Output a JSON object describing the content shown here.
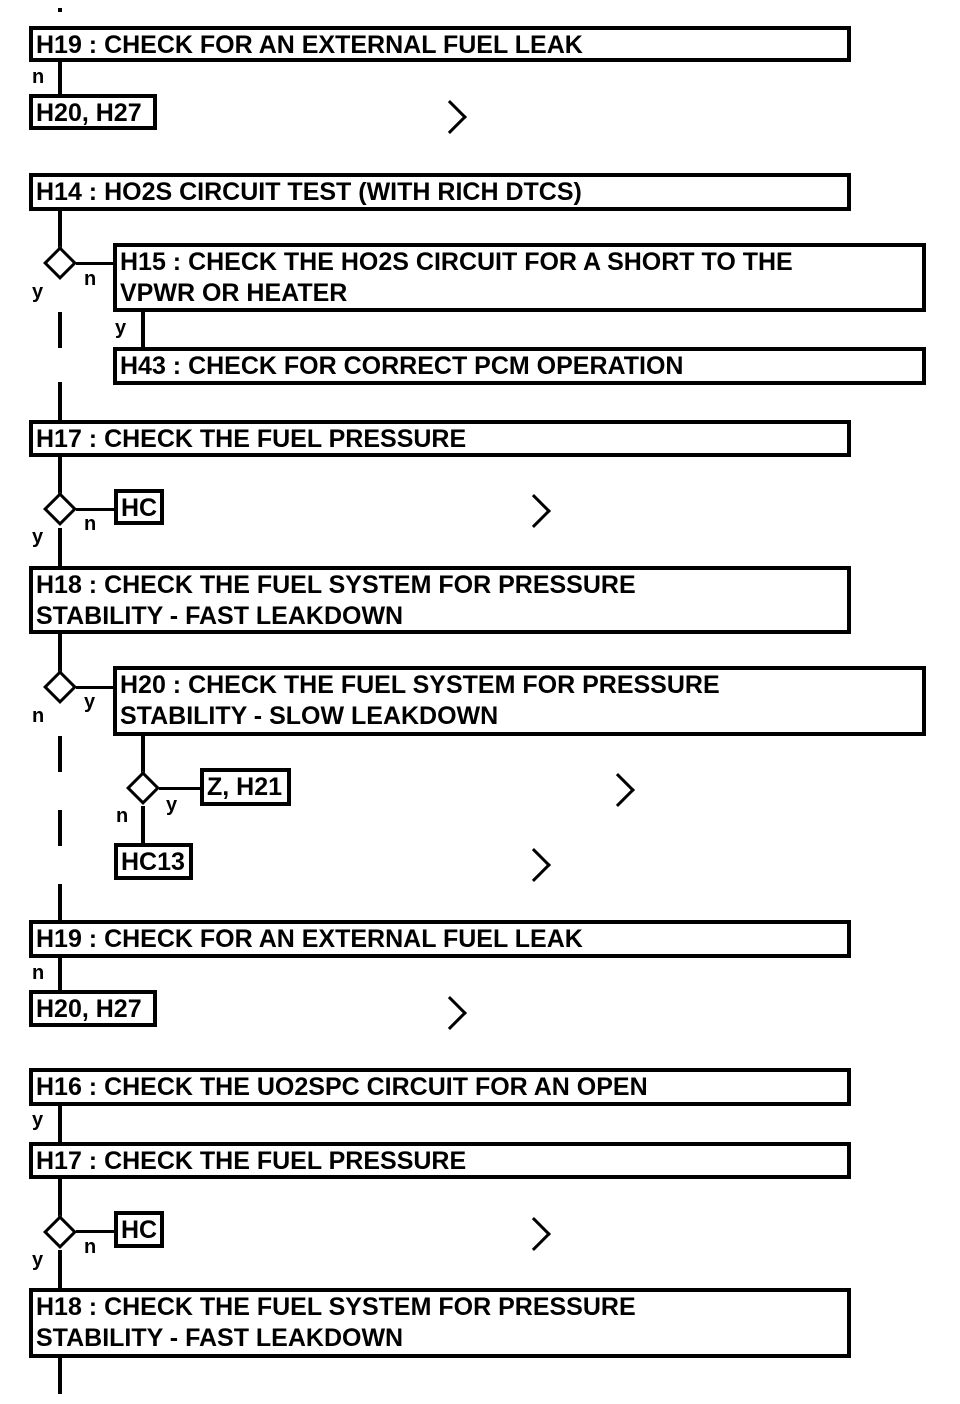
{
  "steps": {
    "h19_top": "H19 : CHECK FOR AN EXTERNAL FUEL LEAK",
    "ref_h20_h27_top": "H20, H27",
    "h14": "H14 : HO2S CIRCUIT TEST (WITH RICH DTCS)",
    "h15_line1": "H15 : CHECK THE HO2S CIRCUIT FOR A SHORT TO THE",
    "h15_line2": "VPWR OR HEATER",
    "h43": "H43 : CHECK FOR CORRECT PCM OPERATION",
    "h17_a": "H17 : CHECK THE FUEL PRESSURE",
    "ref_hc_a": "HC",
    "h18_a_line1": "H18 : CHECK THE FUEL SYSTEM FOR PRESSURE",
    "h18_a_line2": "STABILITY - FAST LEAKDOWN",
    "h20_line1": "H20 : CHECK THE FUEL SYSTEM FOR PRESSURE",
    "h20_line2": "STABILITY - SLOW LEAKDOWN",
    "ref_z_h21": "Z, H21",
    "ref_hc13": "HC13",
    "h19_b": "H19 : CHECK FOR AN EXTERNAL FUEL LEAK",
    "ref_h20_h27_b": "H20, H27",
    "h16": "H16 : CHECK THE UO2SPC CIRCUIT FOR AN OPEN",
    "h17_b": "H17 : CHECK THE FUEL PRESSURE",
    "ref_hc_b": "HC",
    "h18_b_line1": "H18 : CHECK THE FUEL SYSTEM FOR PRESSURE",
    "h18_b_line2": "STABILITY - FAST LEAKDOWN"
  },
  "branch_labels": {
    "n": "n",
    "y": "y"
  }
}
